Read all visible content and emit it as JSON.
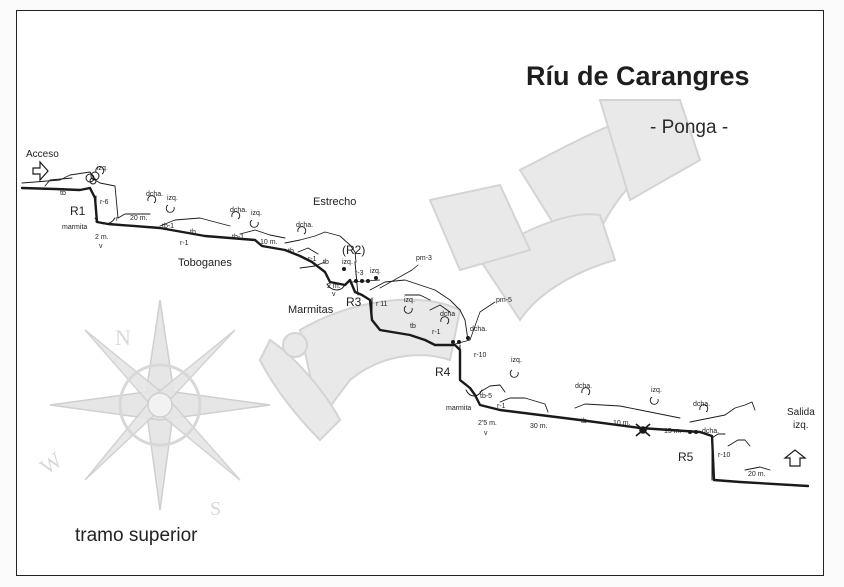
{
  "header": {
    "title": "Ríu de Carangres",
    "subtitle": "- Ponga -"
  },
  "footer": {
    "section": "tramo superior"
  },
  "endpoints": {
    "start": "Acceso",
    "end": "Salida",
    "end_side": "izq."
  },
  "areas": {
    "estrecho": "Estrecho",
    "toboganes": "Toboganes",
    "marmitas": "Marmitas"
  },
  "rappels": {
    "r1": "R1",
    "r2": "(R2)",
    "r3": "R3",
    "r4": "R4",
    "r5": "R5"
  },
  "annotations": {
    "a_izq1": "izq.",
    "a_tb1": "tb",
    "a_r6": "r-6",
    "a_marmita1": "marmita",
    "a_2m_1": "2 m.",
    "a_v1": "v",
    "a_r": "r",
    "a_20m_1": "20 m.",
    "a_dcha1": "dcha.",
    "a_izq2": "izq.",
    "a_tb2": "tb-1",
    "a_r1a": "r-1",
    "a_tb3": "tb",
    "a_dcha2": "dcha.",
    "a_izq3": "izq.",
    "a_tb4": "tb-1",
    "a_10m_1": "10 m.",
    "a_dcha3": "dcha.",
    "a_tb5": "tb",
    "a_r1b": "r-1",
    "a_tb6": "tb",
    "a_izq4": "izq.",
    "a_r3": "r-3",
    "a_izq5": "izq.",
    "a_pm3": "pm-3",
    "a_2m_2": "2 m.",
    "a_v2": "v",
    "a_r11": "r 11",
    "a_izq6": "izq.",
    "a_pm5": "pm-5",
    "a_dcha4": "dcha",
    "a_tb7": "tb",
    "a_r1c": "r-1",
    "a_dcha5": "dcha.",
    "a_r10a": "r-10",
    "a_izq7": "izq.",
    "a_tb8": "tb-5",
    "a_r1d": "r-1",
    "a_marmita2": "marmita",
    "a_25m": "2'5 m.",
    "a_v3": "v",
    "a_30m": "30 m.",
    "a_dcha6": "dcha.",
    "a_tb9": "tb",
    "a_10m_2": "10 m.",
    "a_izq8": "izq.",
    "a_15m": "15 m.",
    "a_dcha7": "dcha.",
    "a_dcha8": "dcha.",
    "a_r10b": "r-10",
    "a_20m_2": "20 m."
  },
  "watermark": {
    "compass": [
      "N",
      "W",
      "S"
    ]
  },
  "colors": {
    "ink": "#1a1a1a",
    "watermark": "#e4e4e4",
    "watermark_edge": "#cfcfcf"
  }
}
